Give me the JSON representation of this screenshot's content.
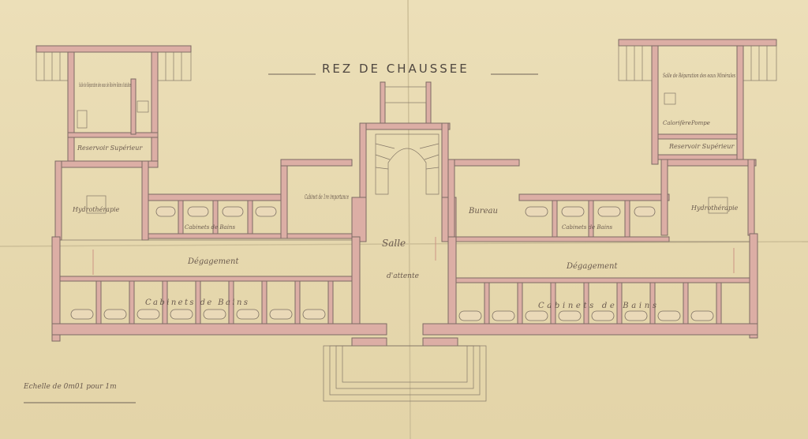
{
  "drawing": {
    "title": "REZ DE CHAUSSEE",
    "scale_note": "Echelle de 0m01 pour 1m",
    "rooms": {
      "left_wing_top": "Salle de Réparation des eaux de Rivière Bains d'adultes",
      "left_reservoir": "Reservoir Supérieur",
      "left_hydrotherapy": "Hydrothérapie",
      "upper_left_cabinets": "Cabinets de Bains",
      "cabinet_premiere": "Cabinet de 1re importance",
      "office": "Bureau",
      "upper_right_cabinets": "Cabinets de Bains",
      "waiting_hall_line1": "Salle",
      "waiting_hall_line2": "d'attente",
      "corridor_left": "Dégagement",
      "corridor_right": "Dégagement",
      "lower_left_cabinets": "Cabinets de Bains",
      "lower_right_cabinets": "Cabinets de Bains",
      "right_wing_top": "Salle de Réparation des eaux Minérales",
      "right_boiler": "Calorifère",
      "right_pump": "Pompe",
      "right_reservoir": "Reservoir Supérieur",
      "right_hydrotherapy": "Hydrothérapie"
    }
  }
}
